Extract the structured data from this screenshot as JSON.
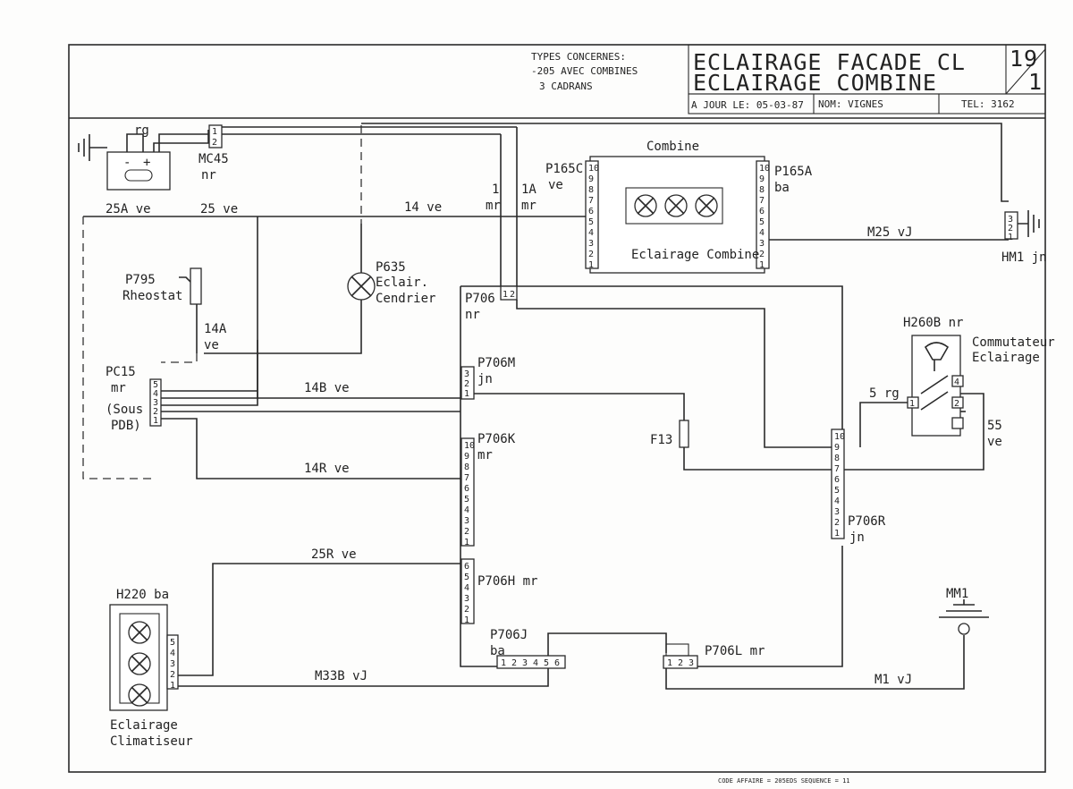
{
  "title_block": {
    "types_line1": "TYPES CONCERNES:",
    "types_line2": "-205 AVEC COMBINES",
    "types_line3": "3 CADRANS",
    "title_line1": "ECLAIRAGE FACADE CL",
    "title_line2": "ECLAIRAGE COMBINE",
    "sheet_number": "19",
    "sheet_sub": "1",
    "date_label": "A JOUR LE: 05-03-87",
    "name_label": "NOM: VIGNES",
    "tel_label": "TEL: 3162"
  },
  "components": {
    "battery_wire": "rg",
    "mc45": "MC45",
    "mc45_color": "nr",
    "p795": "P795",
    "rheostat": "Rheostat",
    "p635": "P635",
    "p635_l2": "Eclair.",
    "p635_l3": "Cendrier",
    "pc15": "PC15",
    "pc15_color": "mr",
    "sous_l1": "(Sous",
    "sous_l2": "PDB)",
    "combine_title": "Combine",
    "combine_lamps": "Eclairage Combine",
    "p165c": "P165C",
    "p165c_color": "ve",
    "p165a": "P165A",
    "p165a_color": "ba",
    "hm1": "HM1 jn",
    "p706": "P706",
    "p706_color": "nr",
    "p706m": "P706M",
    "p706m_color": "jn",
    "p706k": "P706K",
    "p706k_color": "mr",
    "p706h": "P706H mr",
    "p706j": "P706J",
    "p706j_color": "ba",
    "p706l": "P706L mr",
    "p706r": "P706R",
    "p706r_color": "jn",
    "f13": "F13",
    "h260b": "H260B nr",
    "commut_l1": "Commutateur",
    "commut_l2": "Eclairage",
    "h220": "H220 ba",
    "clim_l1": "Eclairage",
    "clim_l2": "Climatiseur",
    "mm1": "MM1"
  },
  "wires": {
    "w25a": "25A ve",
    "w25": "25 ve",
    "w14": "14 ve",
    "w1": "1",
    "w1_color": "mr",
    "w1a": "1A",
    "w1a_color": "mr",
    "w14a": "14A",
    "w14a_color": "ve",
    "w14b": "14B ve",
    "w14r": "14R ve",
    "w25r": "25R ve",
    "m33b": "M33B vJ",
    "m25": "M25 vJ",
    "m1": "M1 vJ",
    "w5": "5 rg",
    "w55": "55",
    "w55_color": "ve"
  },
  "pins": {
    "p12": [
      "1",
      "2"
    ],
    "p123": [
      "1",
      "2",
      "3"
    ],
    "p12345": [
      "1",
      "2",
      "3",
      "4",
      "5"
    ],
    "p123456": [
      "1",
      "2",
      "3",
      "4",
      "5",
      "6"
    ],
    "p1to10": [
      "1",
      "2",
      "3",
      "4",
      "5",
      "6",
      "7",
      "8",
      "9",
      "10"
    ],
    "p1to6": [
      "1",
      "2",
      "3",
      "4",
      "5",
      "6"
    ],
    "pc15_pins": [
      "5",
      "4",
      "3",
      "2",
      "1"
    ]
  },
  "footer": "CODE AFFAIRE = 205EDS SEQUENCE = 11"
}
